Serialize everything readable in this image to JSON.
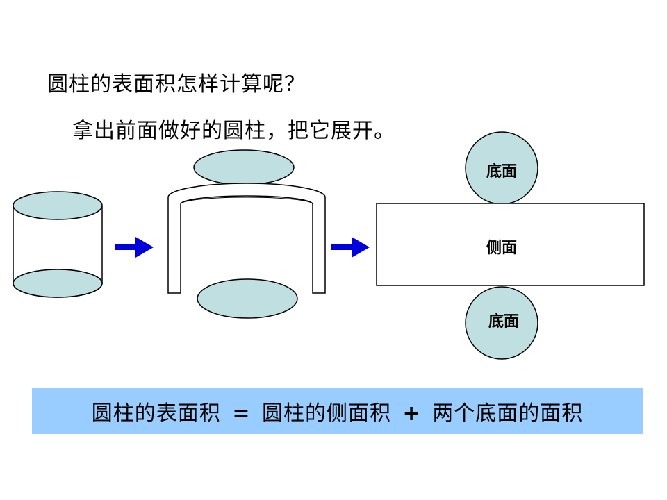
{
  "slide": {
    "title": "圆柱的表面积怎样计算呢？",
    "subtitle": "拿出前面做好的圆柱，把它展开。"
  },
  "diagram": {
    "top_base_label": "底面",
    "side_label": "侧面",
    "bottom_base_label": "底面",
    "colors": {
      "base_fill": "#c0dfe0",
      "arrow": "#0000dd",
      "stroke": "#000000"
    }
  },
  "formula": {
    "part1": "圆柱的表面积",
    "op1": "=",
    "part2": "圆柱的侧面积",
    "op2": "+",
    "part3": "两个底面的面积",
    "background": "#99ccff"
  }
}
